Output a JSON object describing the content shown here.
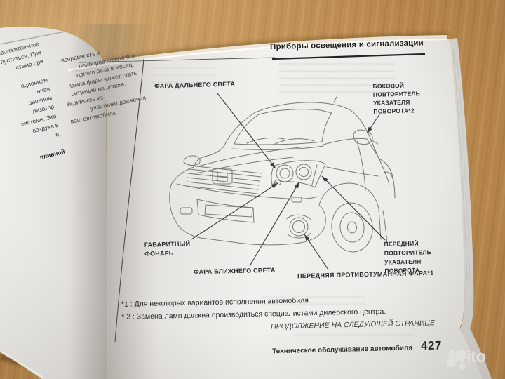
{
  "header": {
    "title": "Приборы освещения и сигнализации"
  },
  "left_page": {
    "fragments": [
      "одолжительное",
      "пуститься. При",
      "стеме при",
      "",
      "ационном",
      "нная",
      "ционном",
      "лизатор",
      "системе. Это",
      "воздуха в",
      "е,",
      "",
      "пливной"
    ]
  },
  "right_page": {
    "intro_fragments": [
      "исправность и",
      "приборов наружного",
      "одного раза в месяц.",
      "лампа фары может стать",
      "ситуации на дороге,",
      "видимость из",
      "участники движения",
      "ваш автомобиль."
    ],
    "diagram_labels": {
      "high_beam": "ФАРА ДАЛЬНЕГО СВЕТА",
      "side_repeater": {
        "l1": "БОКОВОЙ",
        "l2": "ПОВТОРИТЕЛЬ",
        "l3": "УКАЗАТЕЛЯ",
        "l4": "ПОВОРОТА*2"
      },
      "parking_light": {
        "l1": "ГАБАРИТНЫЙ",
        "l2": "ФОНАРЬ"
      },
      "low_beam": "ФАРА БЛИЖНЕГО СВЕТА",
      "front_repeater": {
        "l1": "ПЕРЕДНИЙ",
        "l2": "ПОВТОРИТЕЛЬ",
        "l3": "УКАЗАТЕЛЯ",
        "l4": "ПОВОРОТА"
      },
      "fog_lamp": "ПЕРЕДНЯЯ ПРОТИВОТУМАННАЯ ФАРА*1"
    },
    "footnotes": {
      "f1": "*1 : Для некоторых вариантов исполнения  автомобиля",
      "f2": "* 2 : Замена ламп должна производиться специалистами дилерского центра."
    },
    "continuation": "ПРОДОЛЖЕНИЕ НА СЛЕДУЮЩЕЙ СТРАНИЦЕ",
    "footer": {
      "section": "Техническое обслуживание автомобиля",
      "page_number": "427"
    }
  },
  "watermark": {
    "brand": "Avito"
  },
  "colors": {
    "wood": "#b9884d",
    "page": "#eeede9",
    "ink": "#2b2b2b",
    "diagram_line": "#7a7874",
    "watermark": "#f3f2ef"
  }
}
